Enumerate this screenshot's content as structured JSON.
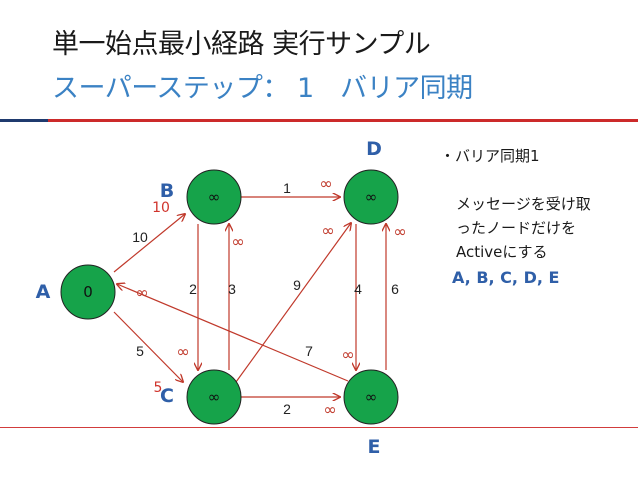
{
  "title": {
    "line1": "単一始点最小経路 実行サンプル",
    "line2": "スーパーステップ： 1　バリア同期"
  },
  "colors": {
    "node_fill": "#16a34a",
    "edge": "#c0392b",
    "node_label": "#2f5fa8",
    "title2": "#3b82c4",
    "accent_rule": "#cc2a2a"
  },
  "graph": {
    "nodes": [
      {
        "id": "A",
        "label": "A",
        "value": "0"
      },
      {
        "id": "B",
        "label": "B",
        "value": "∞"
      },
      {
        "id": "C",
        "label": "C",
        "value": "∞"
      },
      {
        "id": "D",
        "label": "D",
        "value": "∞"
      },
      {
        "id": "E",
        "label": "E",
        "value": "∞"
      }
    ],
    "edges": [
      {
        "from": "A",
        "to": "B",
        "weight": "10"
      },
      {
        "from": "A",
        "to": "C",
        "weight": "5"
      },
      {
        "from": "B",
        "to": "D",
        "weight": "1"
      },
      {
        "from": "B",
        "to": "C",
        "weight": "2"
      },
      {
        "from": "C",
        "to": "B",
        "weight": "3"
      },
      {
        "from": "C",
        "to": "D",
        "weight": "9"
      },
      {
        "from": "C",
        "to": "E",
        "weight": "2"
      },
      {
        "from": "D",
        "to": "E",
        "weight": "4"
      },
      {
        "from": "E",
        "to": "D",
        "weight": "6"
      },
      {
        "from": "E",
        "to": "A",
        "weight": "7"
      }
    ],
    "messages": [
      {
        "text": "10"
      },
      {
        "text": "5"
      },
      {
        "text": "∞"
      },
      {
        "text": "∞"
      },
      {
        "text": "∞"
      },
      {
        "text": "∞"
      },
      {
        "text": "∞"
      },
      {
        "text": "∞"
      },
      {
        "text": "∞"
      },
      {
        "text": "∞"
      }
    ]
  },
  "side": {
    "bullet": "・バリア同期1",
    "message_lines": [
      "メッセージを受け取",
      "ったノードだけを",
      "Activeにする"
    ],
    "active_nodes": "A, B, C, D, E"
  }
}
